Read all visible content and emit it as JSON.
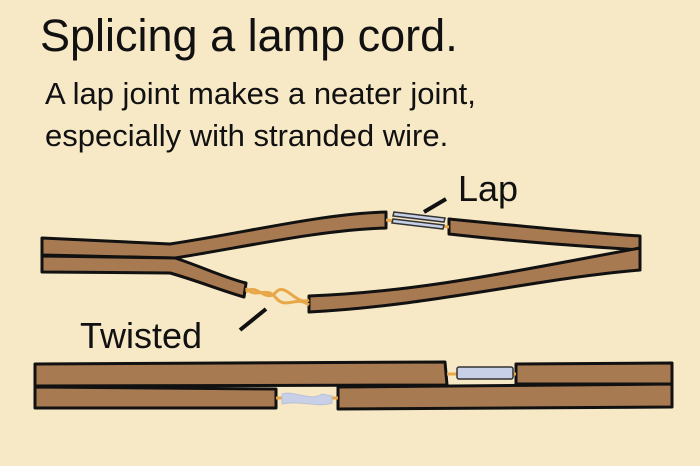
{
  "title": "Splicing a lamp cord.",
  "subtitle_lines": [
    "A lap joint makes a neater joint,",
    "especially with stranded wire."
  ],
  "labels": {
    "lap": "Lap",
    "twisted": "Twisted"
  },
  "colors": {
    "background": "#f7e8c6",
    "cord": "#a87a52",
    "copper": "#e8a84a",
    "solder": "#c8d0e8"
  }
}
